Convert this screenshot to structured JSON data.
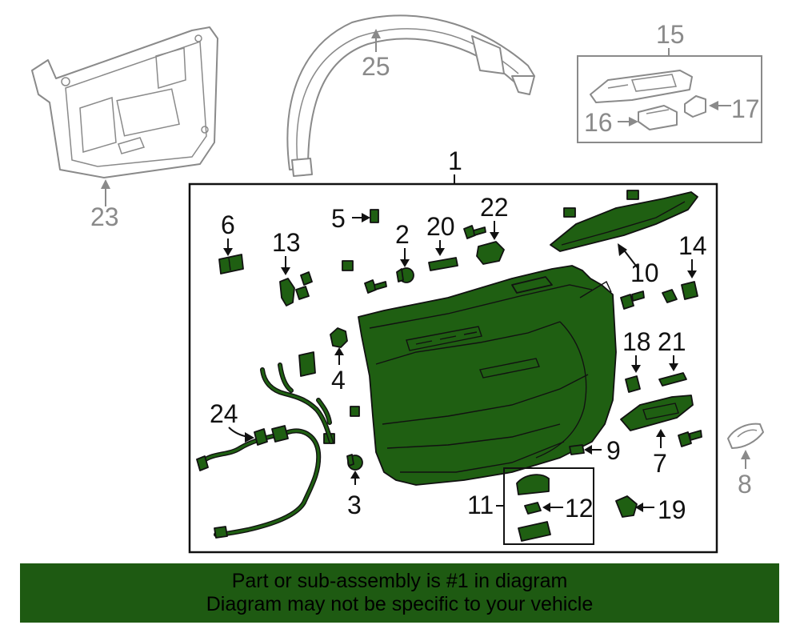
{
  "diagram": {
    "main_callout": "1",
    "callouts": {
      "c2": "2",
      "c3": "3",
      "c4": "4",
      "c5": "5",
      "c6": "6",
      "c7": "7",
      "c8": "8",
      "c9": "9",
      "c10": "10",
      "c11": "11",
      "c12": "12",
      "c13": "13",
      "c14": "14",
      "c15": "15",
      "c16": "16",
      "c17": "17",
      "c18": "18",
      "c19": "19",
      "c20": "20",
      "c21": "21",
      "c22": "22",
      "c23": "23",
      "c24": "24",
      "c25": "25"
    }
  },
  "footer": {
    "line1": "Part or sub-assembly is #1 in diagram",
    "line2": "Diagram may not be specific to your vehicle"
  }
}
